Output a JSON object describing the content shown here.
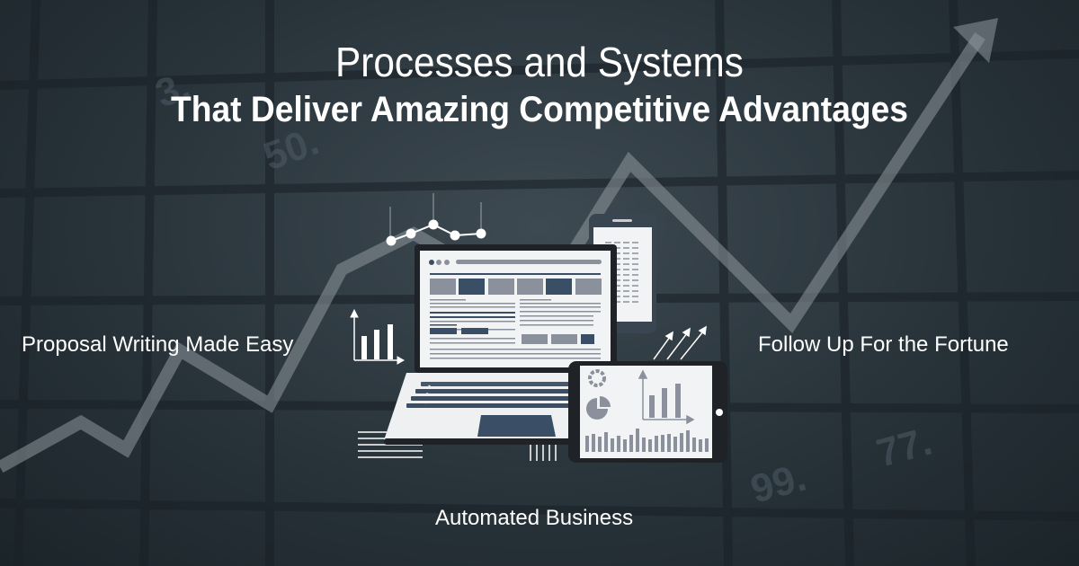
{
  "header": {
    "title_line1": "Processes and Systems",
    "title_line2": "That Deliver Amazing Competitive Advantages"
  },
  "features": [
    {
      "label": "Proposal Writing Made Easy"
    },
    {
      "label": "Follow Up For the Fortune"
    },
    {
      "label": "Automated Business"
    }
  ],
  "colors": {
    "background": "#2a353c",
    "device_light": "#f2f3f5",
    "device_dark": "#3a4f66",
    "device_gray": "#8a919c",
    "text": "#ffffff"
  }
}
